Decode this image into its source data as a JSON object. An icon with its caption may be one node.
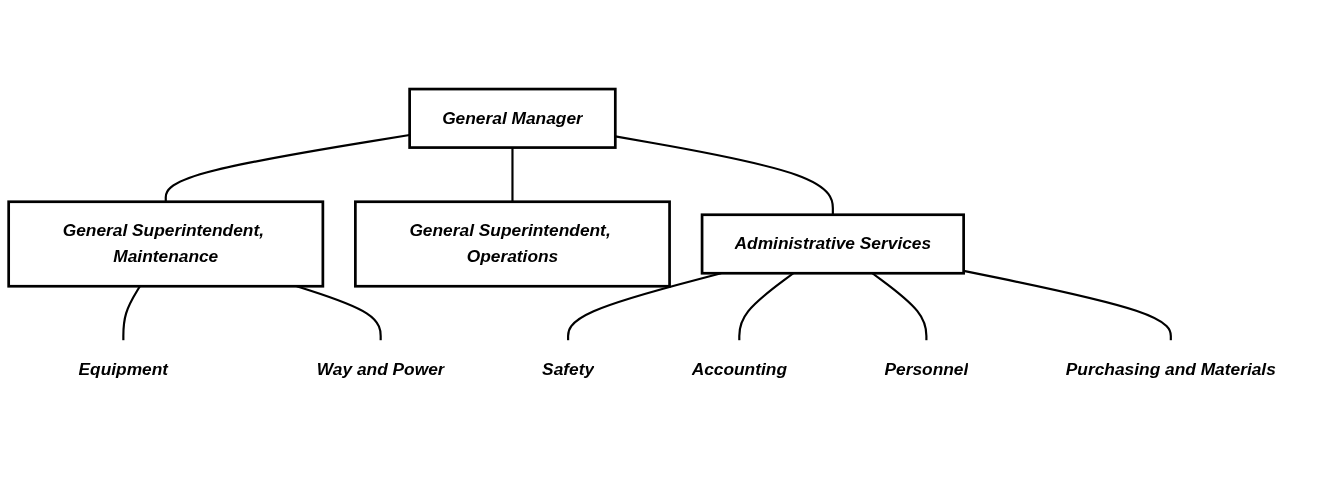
{
  "diagram": {
    "nodes": [
      {
        "text": [
          "General Manager"
        ]
      },
      {
        "text": [
          "General Superintendent, Maintenance"
        ]
      },
      {
        "text": [
          "General Superintendent, Operations"
        ]
      },
      {
        "text": [
          "Administrative Services"
        ]
      },
      {
        "text": [
          "Equipment"
        ]
      },
      {
        "text": [
          "Way and Power"
        ]
      },
      {
        "text": [
          "Safety"
        ]
      },
      {
        "text": [
          "Accounting"
        ]
      },
      {
        "text": [
          "Personnel"
        ]
      },
      {
        "text": [
          "Purchasing and Materials"
        ]
      }
    ],
    "edges": [
      {
        "from": 0,
        "to": 1,
        "arrow": "none"
      },
      {
        "from": 0,
        "to": 2,
        "arrow": "none"
      },
      {
        "from": 0,
        "to": 3,
        "arrow": "none"
      },
      {
        "from": 1,
        "to": 4,
        "arrow": "none"
      },
      {
        "from": 1,
        "to": 5,
        "arrow": "none"
      },
      {
        "from": 3,
        "to": 6,
        "arrow": "none"
      },
      {
        "from": 3,
        "to": 7,
        "arrow": "none"
      },
      {
        "from": 3,
        "to": 8,
        "arrow": "none"
      },
      {
        "from": 3,
        "to": 9,
        "arrow": "none"
      }
    ]
  }
}
